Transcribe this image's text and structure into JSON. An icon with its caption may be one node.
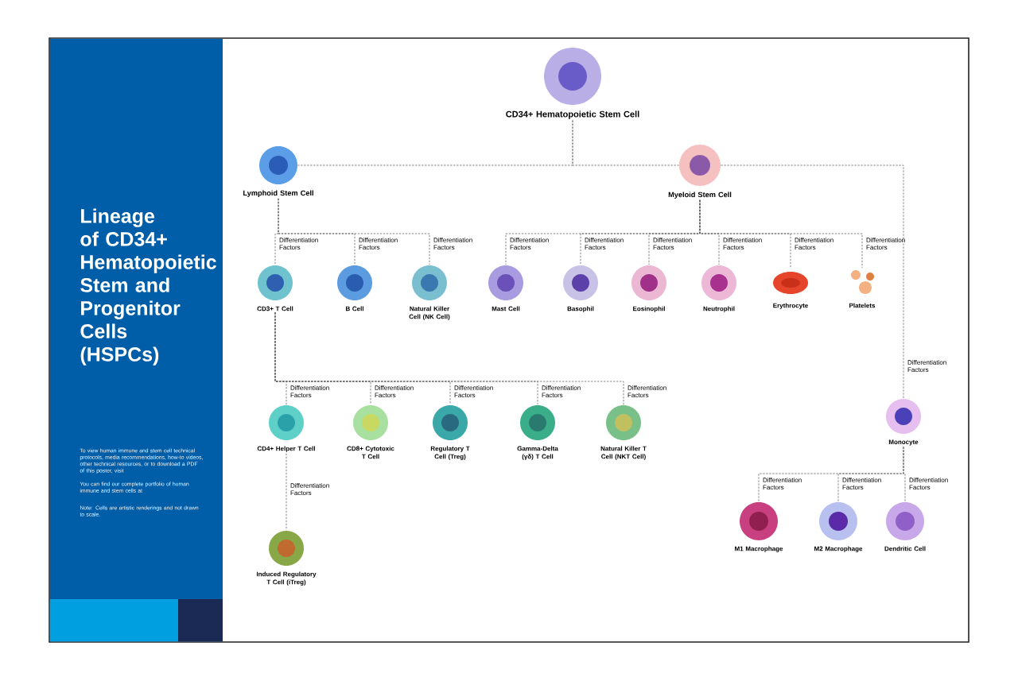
{
  "diagram": {
    "title": "Lineage of CD34+ Hematopoietic Stem and Progenitor Cells (HSPCs)",
    "nodes": [
      {
        "text": [
          "CD34+ Hematopoietic Stem Cell"
        ]
      },
      {
        "text": [
          "Lymphoid Stem Cell"
        ]
      },
      {
        "text": [
          "Myeloid Stem Cell"
        ]
      },
      {
        "text": [
          "CD3+ T Cell"
        ]
      },
      {
        "text": [
          "B Cell"
        ]
      },
      {
        "text": [
          "Natural Killer Cell (NK Cell)"
        ]
      },
      {
        "text": [
          "Mast Cell"
        ]
      },
      {
        "text": [
          "Basophil"
        ]
      },
      {
        "text": [
          "Eosinophil"
        ]
      },
      {
        "text": [
          "Neutrophil"
        ]
      },
      {
        "text": [
          "Erythrocyte"
        ]
      },
      {
        "text": [
          "Platelets"
        ]
      },
      {
        "text": [
          "Monocyte"
        ]
      },
      {
        "text": [
          "CD4+ Helper T Cell"
        ]
      },
      {
        "text": [
          "CD8+ Cytotoxic T Cell"
        ]
      },
      {
        "text": [
          "Regulatory T Cell (Treg)"
        ]
      },
      {
        "text": [
          "Gamma-Delta (γδ) T Cell"
        ]
      },
      {
        "text": [
          "Natural Killer T Cell (NKT Cell)"
        ]
      },
      {
        "text": [
          "Induced Regulatory T Cell (iTreg)"
        ]
      },
      {
        "text": [
          "M1 Macrophage"
        ]
      },
      {
        "text": [
          "M2 Macrophage"
        ]
      },
      {
        "text": [
          "Dendritic Cell"
        ]
      }
    ],
    "edges": [
      {
        "from": 0,
        "to": 1,
        "arrow": "none",
        "style": "dashed"
      },
      {
        "from": 0,
        "to": 2,
        "arrow": "none",
        "style": "dashed"
      },
      {
        "from": 1,
        "to": 3,
        "arrow": "none",
        "style": "dashed",
        "label": "Differentiation Factors"
      },
      {
        "from": 1,
        "to": 4,
        "arrow": "none",
        "style": "dashed",
        "label": "Differentiation Factors"
      },
      {
        "from": 1,
        "to": 5,
        "arrow": "none",
        "style": "dashed",
        "label": "Differentiation Factors"
      },
      {
        "from": 2,
        "to": 6,
        "arrow": "none",
        "style": "dashed",
        "label": "Differentiation Factors"
      },
      {
        "from": 2,
        "to": 7,
        "arrow": "none",
        "style": "dashed",
        "label": "Differentiation Factors"
      },
      {
        "from": 2,
        "to": 8,
        "arrow": "none",
        "style": "dashed",
        "label": "Differentiation Factors"
      },
      {
        "from": 2,
        "to": 9,
        "arrow": "none",
        "style": "dashed",
        "label": "Differentiation Factors"
      },
      {
        "from": 2,
        "to": 10,
        "arrow": "none",
        "style": "dashed",
        "label": "Differentiation Factors"
      },
      {
        "from": 2,
        "to": 11,
        "arrow": "none",
        "style": "dashed",
        "label": "Differentiation Factors"
      },
      {
        "from": 2,
        "to": 12,
        "arrow": "none",
        "style": "dashed",
        "label": "Differentiation Factors"
      },
      {
        "from": 3,
        "to": 13,
        "arrow": "none",
        "style": "dashed",
        "label": "Differentiation Factors"
      },
      {
        "from": 3,
        "to": 14,
        "arrow": "none",
        "style": "dashed",
        "label": "Differentiation Factors"
      },
      {
        "from": 3,
        "to": 15,
        "arrow": "none",
        "style": "dashed",
        "label": "Differentiation Factors"
      },
      {
        "from": 3,
        "to": 16,
        "arrow": "none",
        "style": "dashed",
        "label": "Differentiation Factors"
      },
      {
        "from": 3,
        "to": 17,
        "arrow": "none",
        "style": "dashed",
        "label": "Differentiation Factors"
      },
      {
        "from": 13,
        "to": 18,
        "arrow": "none",
        "style": "dashed",
        "label": "Differentiation Factors"
      },
      {
        "from": 12,
        "to": 19,
        "arrow": "none",
        "style": "dashed",
        "label": "Differentiation Factors"
      },
      {
        "from": 12,
        "to": 20,
        "arrow": "none",
        "style": "dashed",
        "label": "Differentiation Factors"
      },
      {
        "from": 12,
        "to": 21,
        "arrow": "none",
        "style": "dashed",
        "label": "Differentiation Factors"
      }
    ],
    "labels": [
      "To view human immune and stem cell technical protocols, media recommendations, how-to videos, other technical resources, or to download a PDF of this poster, visit",
      "You can find our complete portfolio of human immune and stem cells at",
      "Note: Cells are artistic renderings and not drawn to scale."
    ]
  }
}
